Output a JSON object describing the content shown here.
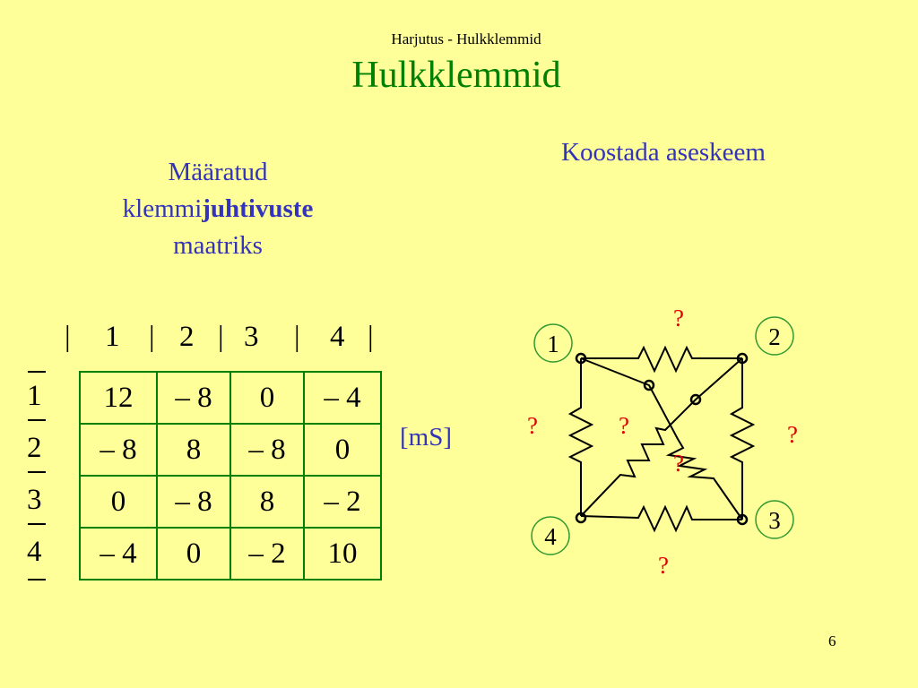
{
  "header": {
    "subtitle": "Harjutus - Hulkklemmid",
    "title": "Hulkklemmid"
  },
  "matrix_caption": {
    "line1": "Määratud",
    "line2_normal": "klemmi",
    "line2_bold": "juhtivuste",
    "line3": "maatriks"
  },
  "scheme_caption": "Koostada aseskeem",
  "unit_label": "[mS]",
  "page_number": "6",
  "matrix": {
    "column_headers": [
      "1",
      "2",
      "3",
      "4"
    ],
    "header_separator": "|",
    "row_labels": [
      "1",
      "2",
      "3",
      "4"
    ],
    "rows": [
      [
        "12",
        "– 8",
        "0",
        "– 4"
      ],
      [
        "– 8",
        "8",
        "– 8",
        "0"
      ],
      [
        "0",
        "– 8",
        "8",
        "– 2"
      ],
      [
        "– 4",
        "0",
        "– 2",
        "10"
      ]
    ]
  },
  "circuit": {
    "nodes": [
      "1",
      "2",
      "3",
      "4"
    ],
    "unknown_label": "?"
  },
  "colors": {
    "background": "#ffff99",
    "title": "#008000",
    "caption": "#3333bb",
    "matrix_border": "#008000",
    "node_circle": "#339933",
    "unknown": "#dd0000"
  }
}
